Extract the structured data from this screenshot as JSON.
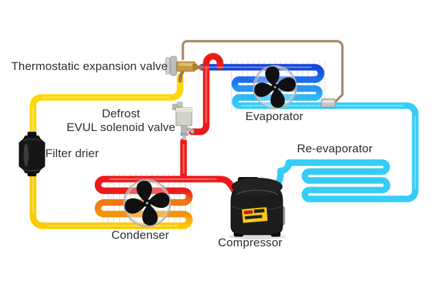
{
  "diagram": {
    "type": "refrigeration-cycle-schematic",
    "labels": {
      "thermostatic_expansion_valve": "Thermostatic expansion valve",
      "defrost_solenoid_line1": "Defrost",
      "defrost_solenoid_line2": "EVUL solenoid valve",
      "evaporator": "Evaporator",
      "re_evaporator": "Re-evaporator",
      "filter_drier": "Filter drier",
      "condenser": "Condenser",
      "compressor": "Compressor"
    },
    "components": [
      {
        "name": "thermostatic-expansion-valve",
        "icon": "txv-icon"
      },
      {
        "name": "defrost-solenoid-valve",
        "icon": "solenoid-valve-icon"
      },
      {
        "name": "evaporator",
        "icon": "fan-icon"
      },
      {
        "name": "re-evaporator",
        "icon": "coil"
      },
      {
        "name": "filter-drier",
        "icon": "filter-drier-icon"
      },
      {
        "name": "condenser",
        "icon": "fan-icon"
      },
      {
        "name": "compressor",
        "icon": "compressor-icon"
      },
      {
        "name": "sensing-bulb",
        "icon": "sensor-bulb-icon"
      }
    ],
    "colors": {
      "background": "#ffffff",
      "discharge_hot_gas_red": "#eb1a1a",
      "condenser_gradient": [
        "#eb1a1a",
        "#f37711",
        "#f5920b",
        "#fcca04"
      ],
      "liquid_line_yellow": "#ffd60a",
      "expansion_inlet_blue": "#1545d6",
      "evaporator_gradient": [
        "#1545d6",
        "#1e6cee",
        "#2795f1",
        "#2fb9f4",
        "#35cdf6"
      ],
      "suction_line_cyan": "#35cdf6",
      "capillary_brown": "#a88a66",
      "label_text": "#2d2d2d"
    }
  }
}
